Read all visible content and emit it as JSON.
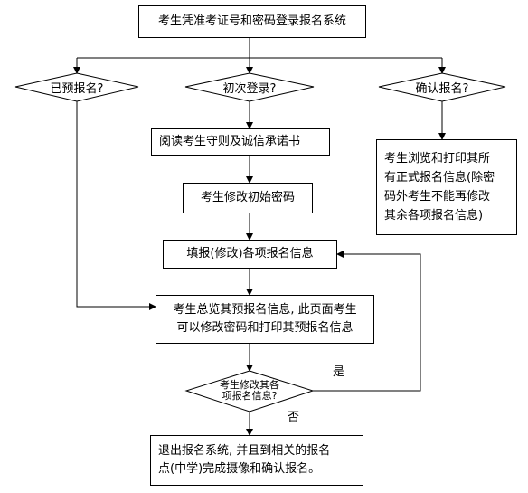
{
  "nodes": {
    "login": "考生凭准考证号和密码登录报名系统",
    "decision_pre": "已预报名?",
    "decision_first": "初次登录?",
    "decision_confirm": "确认报名?",
    "read_rules": "阅读考生守则及诚信承诺书",
    "change_password": "考生修改初始密码",
    "fill_info": "填报(修改)各项报名信息",
    "review": "考生总览其预报名信息, 此页面考生\n可以修改密码和打印其预报名信息",
    "decision_modify": "考生修改其各\n项报名信息?",
    "exit": "退出报名系统, 并且到相关的报名\n点(中学)完成摄像和确认报名。",
    "print_formal": "考生浏览和打印其所\n有正式报名信息(除密\n码外考生不能再修改\n其余各项报名信息)"
  },
  "edges": {
    "yes": "是",
    "no": "否"
  },
  "colors": {
    "line": "#000000",
    "fill": "#ffffff"
  }
}
